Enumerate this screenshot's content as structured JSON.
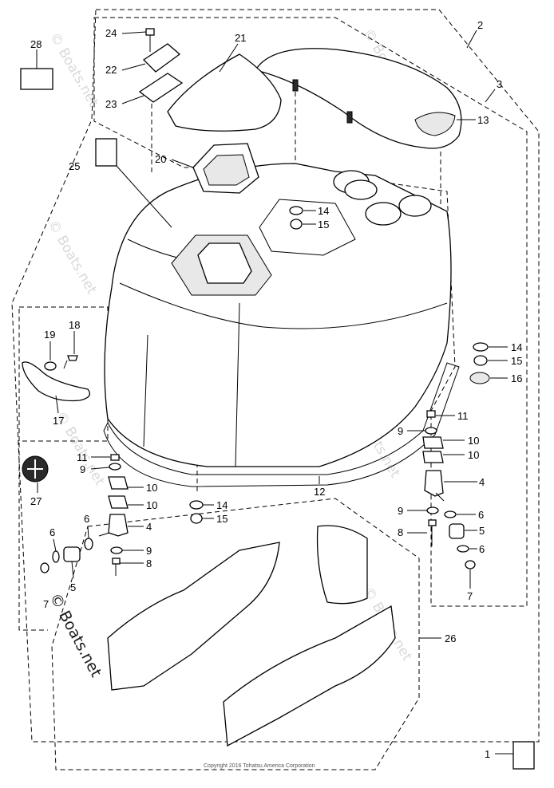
{
  "watermark": "© Boats.net",
  "copyright": "Copyright 2016 Tohatsu America Corporation",
  "callouts": [
    "1",
    "2",
    "3",
    "4",
    "5",
    "6",
    "7",
    "8",
    "9",
    "10",
    "11",
    "12",
    "13",
    "14",
    "15",
    "16",
    "17",
    "18",
    "19",
    "20",
    "21",
    "22",
    "23",
    "24",
    "25",
    "26",
    "27",
    "28"
  ],
  "labels": {
    "l1": "1",
    "l2": "2",
    "l3": "3",
    "l4a": "4",
    "l4b": "4",
    "l5a": "5",
    "l5b": "5",
    "l6a": "6",
    "l6b": "6",
    "l6c": "6",
    "l6d": "6",
    "l7a": "7",
    "l7b": "7",
    "l8a": "8",
    "l8b": "8",
    "l9a": "9",
    "l9b": "9",
    "l9c": "9",
    "l9d": "9",
    "l10a": "10",
    "l10b": "10",
    "l10c": "10",
    "l10d": "10",
    "l11a": "11",
    "l11b": "11",
    "l12": "12",
    "l13": "13",
    "l14a": "14",
    "l14b": "14",
    "l14c": "14",
    "l15a": "15",
    "l15b": "15",
    "l15c": "15",
    "l16": "16",
    "l17": "17",
    "l18": "18",
    "l19": "19",
    "l20": "20",
    "l21": "21",
    "l22": "22",
    "l23": "23",
    "l24": "24",
    "l25": "25",
    "l26": "26",
    "l27": "27",
    "l28": "28"
  }
}
